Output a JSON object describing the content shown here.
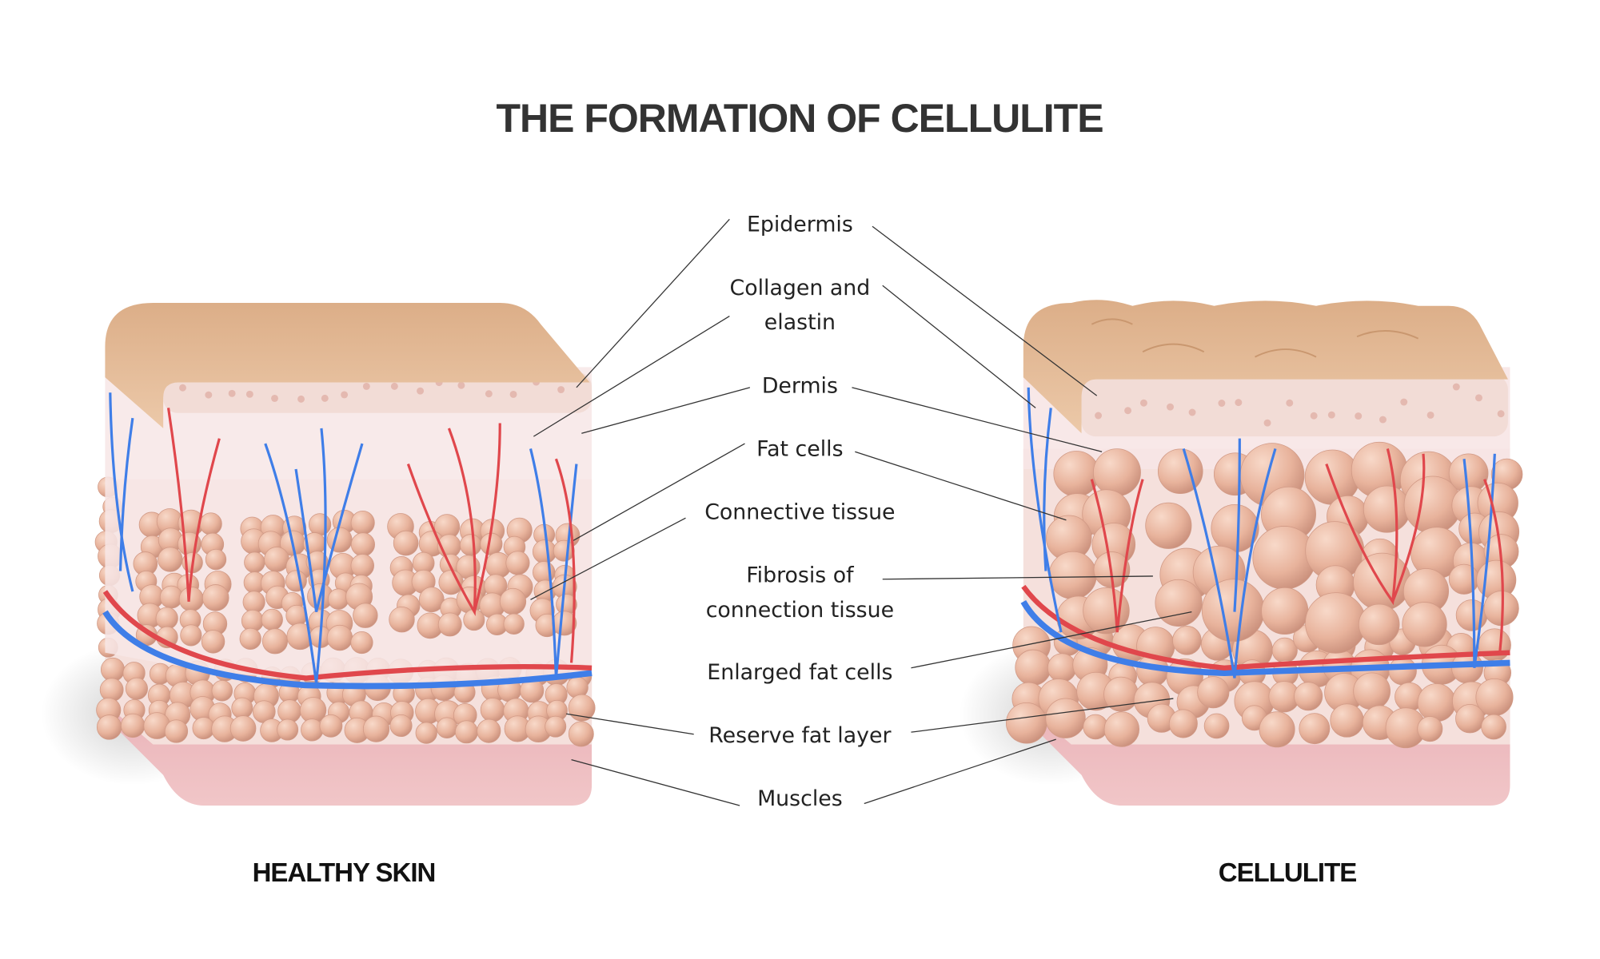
{
  "title": "THE FORMATION OF CELLULITE",
  "captions": {
    "left": "HEALTHY SKIN",
    "right": "CELLULITE"
  },
  "labels": {
    "epidermis": "Epidermis",
    "collagen_1": "Collagen and",
    "collagen_2": "elastin",
    "dermis": "Dermis",
    "fat_cells": "Fat cells",
    "connective": "Connective tissue",
    "fibrosis_1": "Fibrosis of",
    "fibrosis_2": "connection tissue",
    "enlarged": "Enlarged fat cells",
    "reserve": "Reserve fat layer",
    "muscles": "Muscles"
  },
  "colors": {
    "skin": "#e2b58f",
    "dermis": "#f7e6e6",
    "fat": "#e9b9a4",
    "muscle": "#eab5ba",
    "artery": "#e0474c",
    "vein": "#3f7ee8"
  }
}
